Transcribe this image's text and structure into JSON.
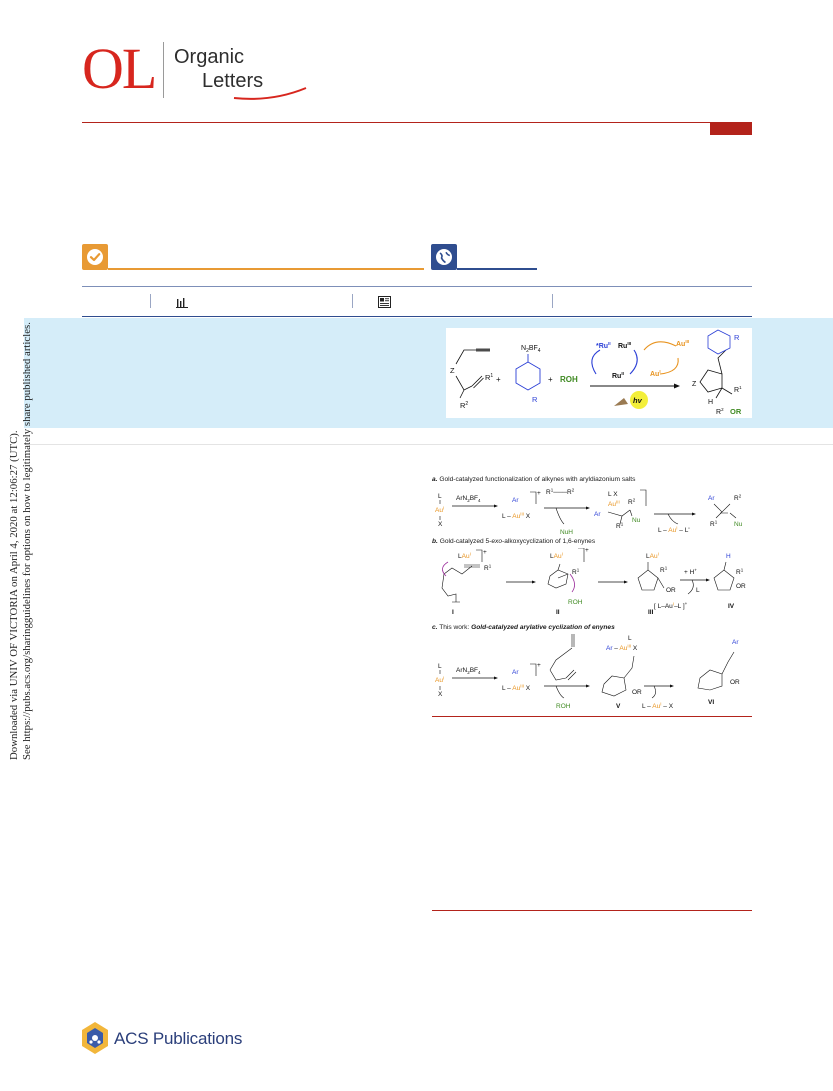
{
  "journal": {
    "logo_letters": "OL",
    "name_line1": "Organic",
    "name_line2": "Letters"
  },
  "side_note": {
    "line1": "Downloaded via UNIV OF VICTORIA on April 4, 2020 at 12:06:27 (UTC).",
    "line2": "See https://pubs.acs.org/sharingguidelines for options on how to legitimately share published articles."
  },
  "toc_graphic": {
    "reagent_diazonium": "N",
    "reagent_diazonium_sub": "2",
    "reagent_diazonium_suffix": "BF",
    "reagent_diazonium_sub2": "4",
    "reagent_alcohol": "ROH",
    "plus": "+",
    "sub_r": "R",
    "sub_z": "Z",
    "sub_r1": "R",
    "sub_r1_sup": "1",
    "sub_r2": "R",
    "sub_r2_sup": "2",
    "ru_excited": "*Ru",
    "ru_excited_sup": "II",
    "ru_iii": "Ru",
    "ru_iii_sup": "III",
    "ru_ii": "Ru",
    "ru_ii_sup": "II",
    "au_iii": "Au",
    "au_iii_sup": "III",
    "au_i": "Au",
    "au_i_sup": "I",
    "hv": "hv",
    "prod_h": "H",
    "prod_or": "OR",
    "prod_r": "R"
  },
  "figure": {
    "caption_a_letter": "a.",
    "caption_a_text": " Gold-catalyzed functionalization of alkynes with aryldiazonium salts",
    "caption_b_letter": "b.",
    "caption_b_text_pre": " Gold-catalyzed 5-",
    "caption_b_text_exo": "exo",
    "caption_b_text_post": "-alkoxycyclization of 1,6-enynes",
    "caption_c_letter": "c.",
    "caption_c_text_pre": " This work: ",
    "caption_c_text_bold": "Gold-catalyzed arylative cyclization of enynes",
    "arrow_reagent": "ArN",
    "arrow_reagent_sub": "2",
    "arrow_reagent_suffix": "BF",
    "arrow_reagent_sub2": "4",
    "lbl_L": "L",
    "lbl_X": "X",
    "lbl_Au": "Au",
    "lbl_I": "I",
    "lbl_III": "III",
    "lbl_Ar": "Ar",
    "lbl_plus": "+",
    "lbl_R": "R",
    "lbl_1": "1",
    "lbl_2": "2",
    "lbl_Nu": "Nu",
    "lbl_NuH": "NuH",
    "lbl_ROH": "ROH",
    "lbl_OR": "OR",
    "lbl_H": "H",
    "lbl_Hplus": "+ H",
    "lbl_Hplus_sup": "+",
    "lbl_Lprime": "L'",
    "lbl_L_minus_Au_L": "[ L–Au",
    "lbl_L_tail": "–L ]",
    "roman_I": "I",
    "roman_II": "II",
    "roman_III": "III",
    "roman_IV": "IV",
    "roman_V": "V",
    "roman_VI": "VI"
  },
  "footer": {
    "publisher": "ACS Publications"
  },
  "colors": {
    "journal_red": "#d7261e",
    "rule_red": "#b3231b",
    "orange": "#e89a34",
    "navy": "#2f4d8f",
    "abstract_bg": "#d5edf9",
    "gold": "#e8931e",
    "blue_label": "#2b3fd6",
    "green_label": "#3f8a22",
    "purple_arrow": "#9b2c9b",
    "hv_yellow": "#f3ef3a"
  },
  "icons": {
    "access_check": "check-circle-icon",
    "access_globe": "globe-icon",
    "metrics_chart": "bar-chart-icon",
    "metrics_article": "newspaper-icon",
    "acs_mark": "acs-hexagon-icon"
  }
}
